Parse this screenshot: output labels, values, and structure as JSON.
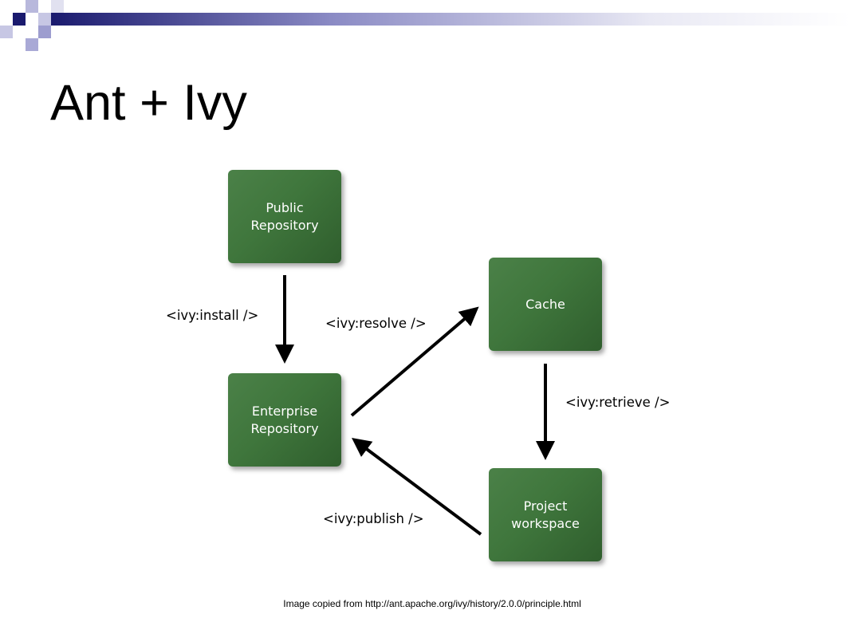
{
  "slide": {
    "title": "Ant + Ivy",
    "caption": "Image copied from http://ant.apache.org/ivy/history/2.0.0/principle.html"
  },
  "diagram": {
    "nodes": {
      "public_repository": "Public\nRepository",
      "enterprise_repository": "Enterprise\nRepository",
      "cache": "Cache",
      "project_workspace": "Project\nworkspace"
    },
    "edges": {
      "install": "<ivy:install />",
      "resolve": "<ivy:resolve />",
      "retrieve": "<ivy:retrieve />",
      "publish": "<ivy:publish />"
    }
  },
  "colors": {
    "node_fill": "#3f763c",
    "header_dark": "#1a1a6e",
    "header_light": "#c7c7e4"
  }
}
